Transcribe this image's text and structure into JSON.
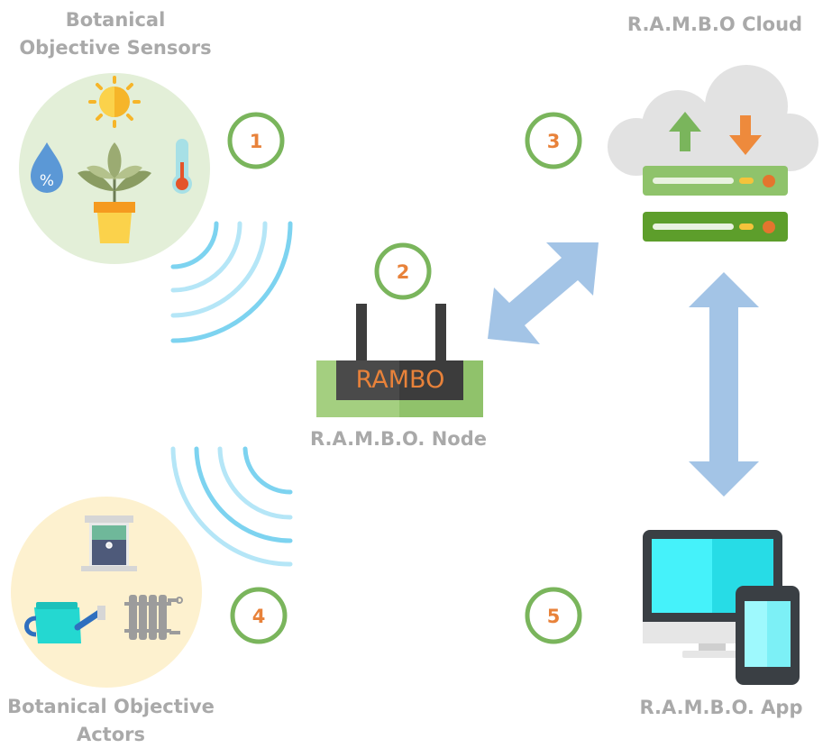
{
  "labels": {
    "sensors_line1": "Botanical",
    "sensors_line2": "Objective Sensors",
    "cloud": "R.A.M.B.O Cloud",
    "node": "R.A.M.B.O. Node",
    "actors_line1": "Botanical Objective",
    "actors_line2": "Actors",
    "app": "R.A.M.B.O. App"
  },
  "node_device_text": "RAMBO",
  "steps": [
    "1",
    "2",
    "3",
    "4",
    "5"
  ],
  "colors": {
    "label_gray": "#a9a9a9",
    "step_ring": "#7ab55c",
    "step_number": "#e8823a",
    "arrow_blue": "#a3c4e6",
    "signal_blue": "#7dd3f0",
    "sensors_bg": "#e3efd8",
    "actors_bg": "#fdf1cf",
    "cloud_gray": "#e2e2e2",
    "server_green": "#8fc36b",
    "screen_cyan": "#2ee6f2"
  },
  "icons": [
    "sun-icon",
    "plant-icon",
    "droplet-icon",
    "thermometer-icon",
    "window-icon",
    "watering-can-icon",
    "radiator-icon",
    "router-icon",
    "cloud-server-icon",
    "desktop-icon",
    "phone-icon"
  ]
}
